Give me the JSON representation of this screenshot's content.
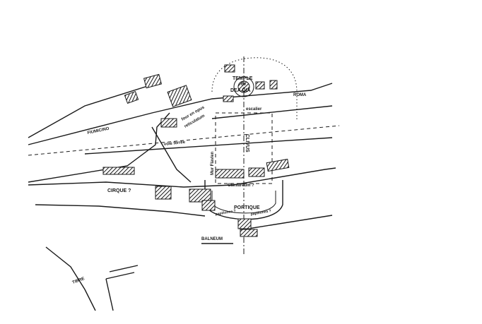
{
  "labels": {
    "temple": "TEMPLE",
    "de": "de",
    "dea_dia": "DEA DIA",
    "roma": "ROMA",
    "escalier": "escalier",
    "fiumicino": "FIUMICINO",
    "voie_ferree": "voie ferrée",
    "four": "four en opus",
    "reticulatum": "reticulatum",
    "mur_flavien": "Mur Flavien",
    "clivus": "CLIVUS",
    "caesareum": "Caesareum ?",
    "cirque": "CIRQUE ?",
    "portique": "PORTIQUE",
    "papilionea_left": "papilionea ?",
    "papilionea_right": "papilionea ?",
    "balneum": "BALNEUM",
    "tibre": "TIBRE"
  },
  "colors": {
    "ink": "#1a1a1a",
    "paper": "#ffffff"
  }
}
